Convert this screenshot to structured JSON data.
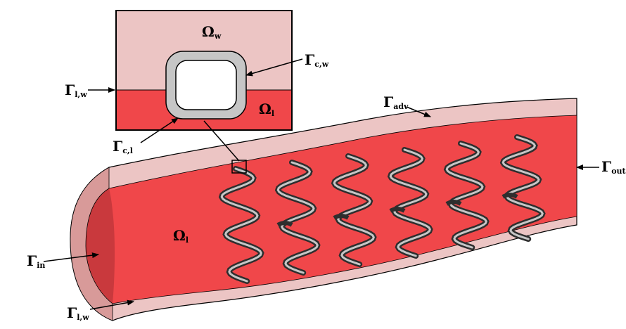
{
  "colors": {
    "lumen": "#f0474a",
    "lumen_dark": "#c9393d",
    "wall": "#ecc5c4",
    "wall_inlet": "#d89a99",
    "strut_fill": "#c6c6c6",
    "strut_dark": "#2e2e2e",
    "outline": "#000000"
  },
  "inset": {
    "wall_region": {
      "symbol": "Ω",
      "subscript": "w"
    },
    "lumen_region": {
      "symbol": "Ω",
      "subscript": "l"
    },
    "strut_wall_interface": {
      "symbol": "Γ",
      "subscript": "c,w"
    },
    "strut_lumen_interface": {
      "symbol": "Γ",
      "subscript": "c,l"
    },
    "lumen_wall_interface": {
      "symbol": "Γ",
      "subscript": "l,w"
    }
  },
  "main": {
    "lumen_region": {
      "symbol": "Ω",
      "subscript": "l"
    },
    "adventitia": {
      "symbol": "Γ",
      "subscript": "adv"
    },
    "outlet": {
      "symbol": "Γ",
      "subscript": "out"
    },
    "inlet": {
      "symbol": "Γ",
      "subscript": "in"
    },
    "lumen_wall_interface": {
      "symbol": "Γ",
      "subscript": "l,w"
    }
  },
  "stent": {
    "ring_count": 6,
    "icon": "wavy-stent-rings"
  }
}
